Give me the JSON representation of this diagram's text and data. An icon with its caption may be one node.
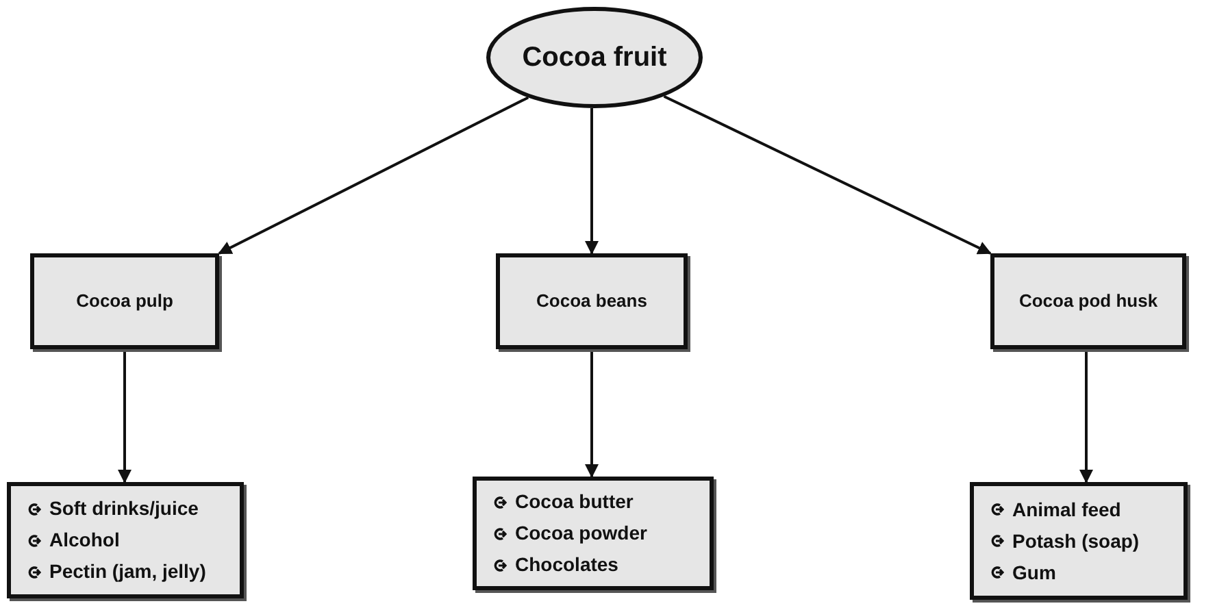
{
  "diagram": {
    "nodes": [
      {
        "text": [
          "Cocoa fruit"
        ]
      },
      {
        "text": [
          "Cocoa pulp"
        ]
      },
      {
        "text": [
          "Cocoa beans"
        ]
      },
      {
        "text": [
          "Cocoa pod husk"
        ]
      },
      {
        "text": [
          "Soft drinks/juice",
          "Alcohol",
          "Pectin (jam, jelly)"
        ]
      },
      {
        "text": [
          "Cocoa butter",
          "Cocoa powder",
          "Chocolates"
        ]
      },
      {
        "text": [
          "Animal feed",
          "Potash (soap)",
          "Gum"
        ]
      }
    ],
    "edges": [
      {
        "from": 0,
        "to": 1,
        "arrow": "to"
      },
      {
        "from": 0,
        "to": 2,
        "arrow": "to"
      },
      {
        "from": 0,
        "to": 3,
        "arrow": "to"
      },
      {
        "from": 1,
        "to": 4,
        "arrow": "to"
      },
      {
        "from": 2,
        "to": 5,
        "arrow": "to"
      },
      {
        "from": 3,
        "to": 6,
        "arrow": "to"
      }
    ]
  }
}
